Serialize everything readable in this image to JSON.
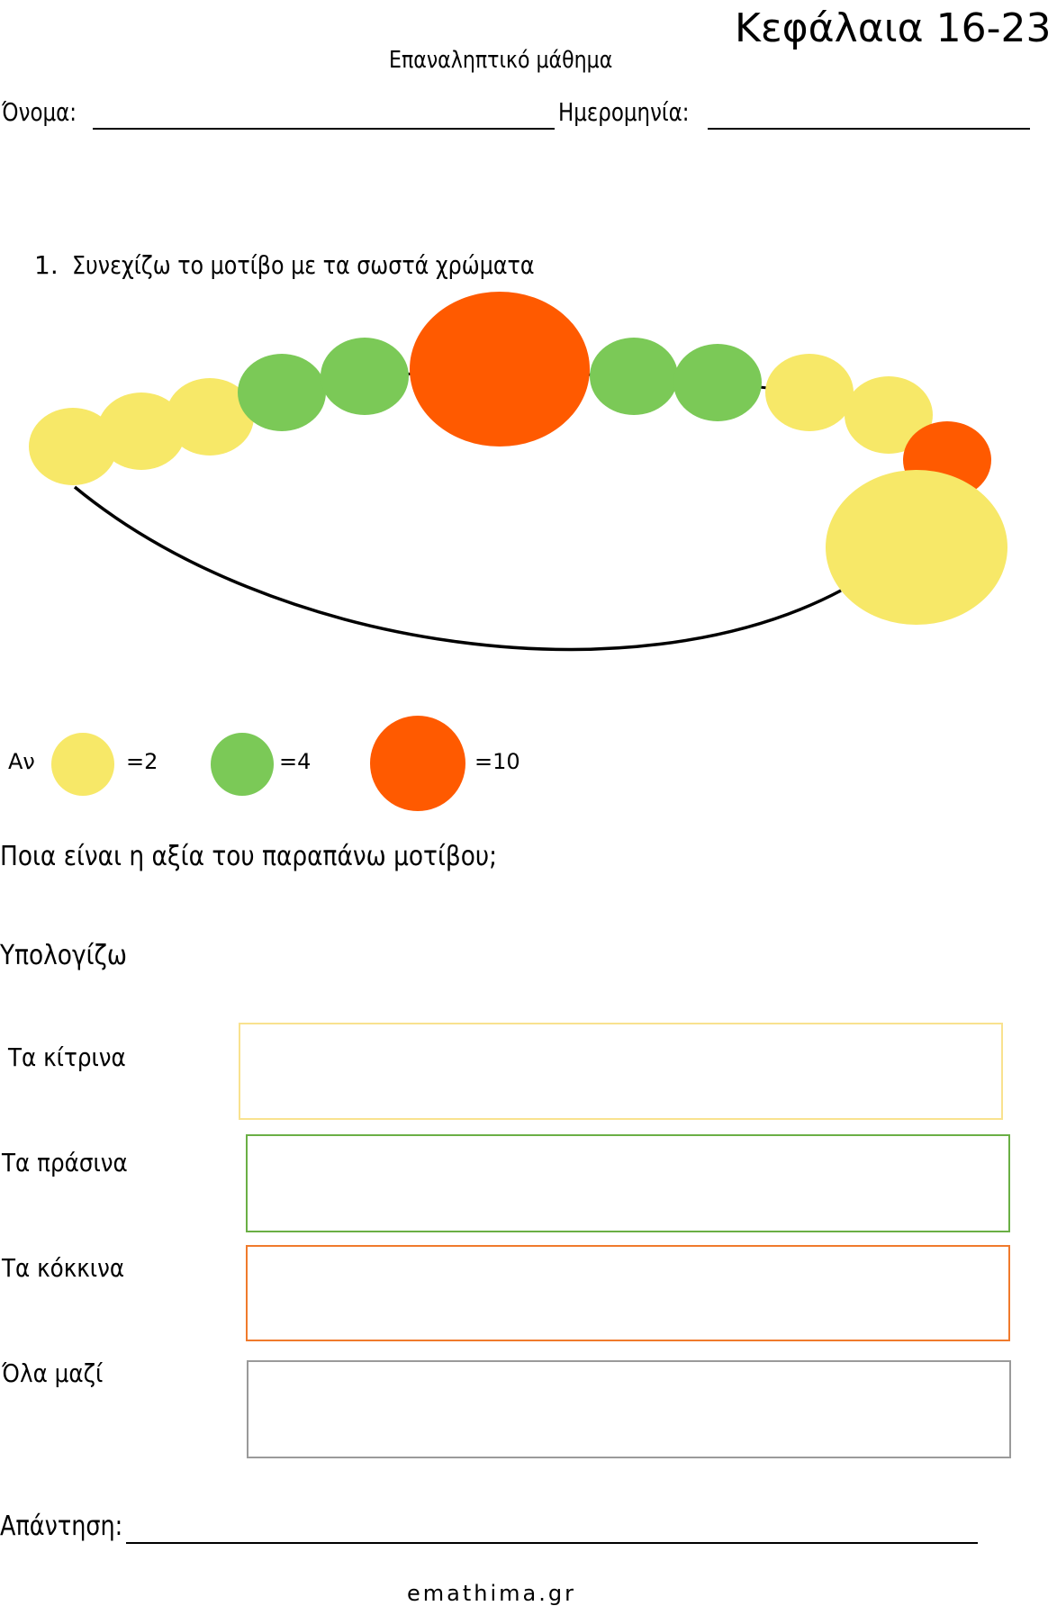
{
  "header": {
    "chapters": "Κεφάλαια 16-23",
    "subtitle": "Επαναληπτικό μάθημα",
    "name_label": "Όνομα:",
    "date_label": "Ημερομηνία:"
  },
  "exercise": {
    "number": "1.",
    "instruction": "Συνεχίζω το μοτίβο με τα σωστά χρώματα",
    "bead_sequence": [
      "yellow",
      "yellow",
      "yellow",
      "green",
      "green",
      "orange",
      "green",
      "green",
      "yellow",
      "yellow",
      "yellow",
      "orange"
    ]
  },
  "legend": {
    "if_label": "Αν",
    "items": [
      {
        "color": "yellow",
        "value_label": "=2"
      },
      {
        "color": "green",
        "value_label": "=4"
      },
      {
        "color": "orange",
        "value_label": "=10"
      }
    ]
  },
  "question": "Ποια είναι η αξία του παραπάνω μοτίβου;",
  "calc_heading": "Υπολογίζω",
  "rows": [
    {
      "label": "Τα κίτρινα",
      "value": ""
    },
    {
      "label": "Τα πράσινα",
      "value": ""
    },
    {
      "label": "Τα κόκκινα",
      "value": ""
    },
    {
      "label": "Όλα μαζί",
      "value": ""
    }
  ],
  "answer_label": "Απάντηση:",
  "footer": "emathima.gr",
  "colors": {
    "yellow": "#f7e868",
    "green": "#7bc957",
    "orange": "#ff5a00",
    "yellow_border": "#f9e28f",
    "green_border": "#6aaf45",
    "orange_border": "#f07a2c",
    "gray_border": "#9a9a9a"
  }
}
